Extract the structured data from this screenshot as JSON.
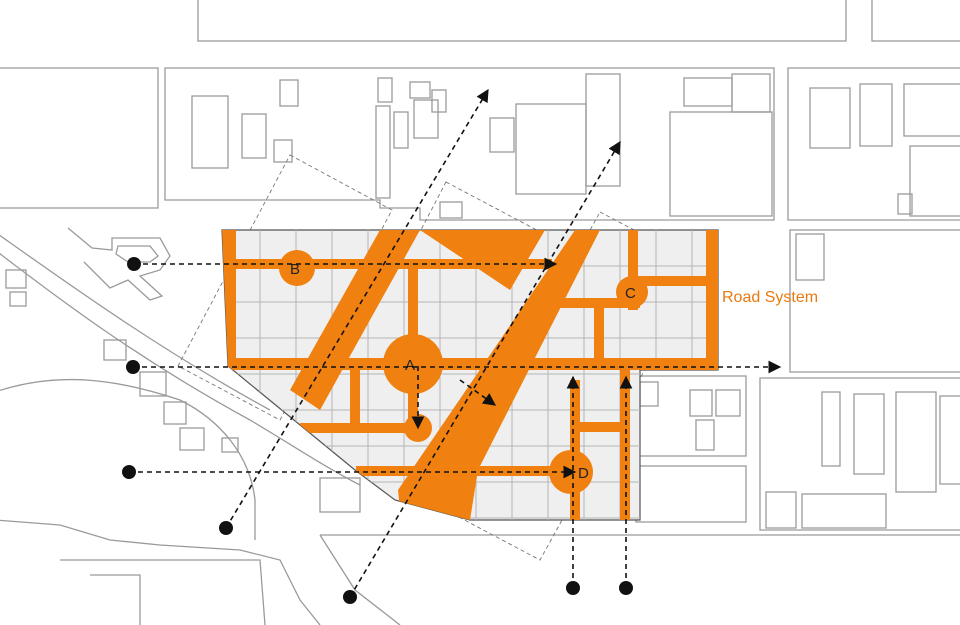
{
  "diagram": {
    "title": "Road System",
    "nodes": [
      {
        "id": "A",
        "label": "A"
      },
      {
        "id": "B",
        "label": "B"
      },
      {
        "id": "C",
        "label": "C"
      },
      {
        "id": "D",
        "label": "D"
      }
    ]
  },
  "colors": {
    "road": "#f08010",
    "block_outline": "#9a9a9a",
    "site_fill": "#efefef",
    "grid_line": "#b5b5b5",
    "flow_arrow": "#111111",
    "label_text": "#e87a10"
  },
  "icons": {
    "origin": "dot-icon",
    "flow": "dashed-arrow-icon"
  }
}
